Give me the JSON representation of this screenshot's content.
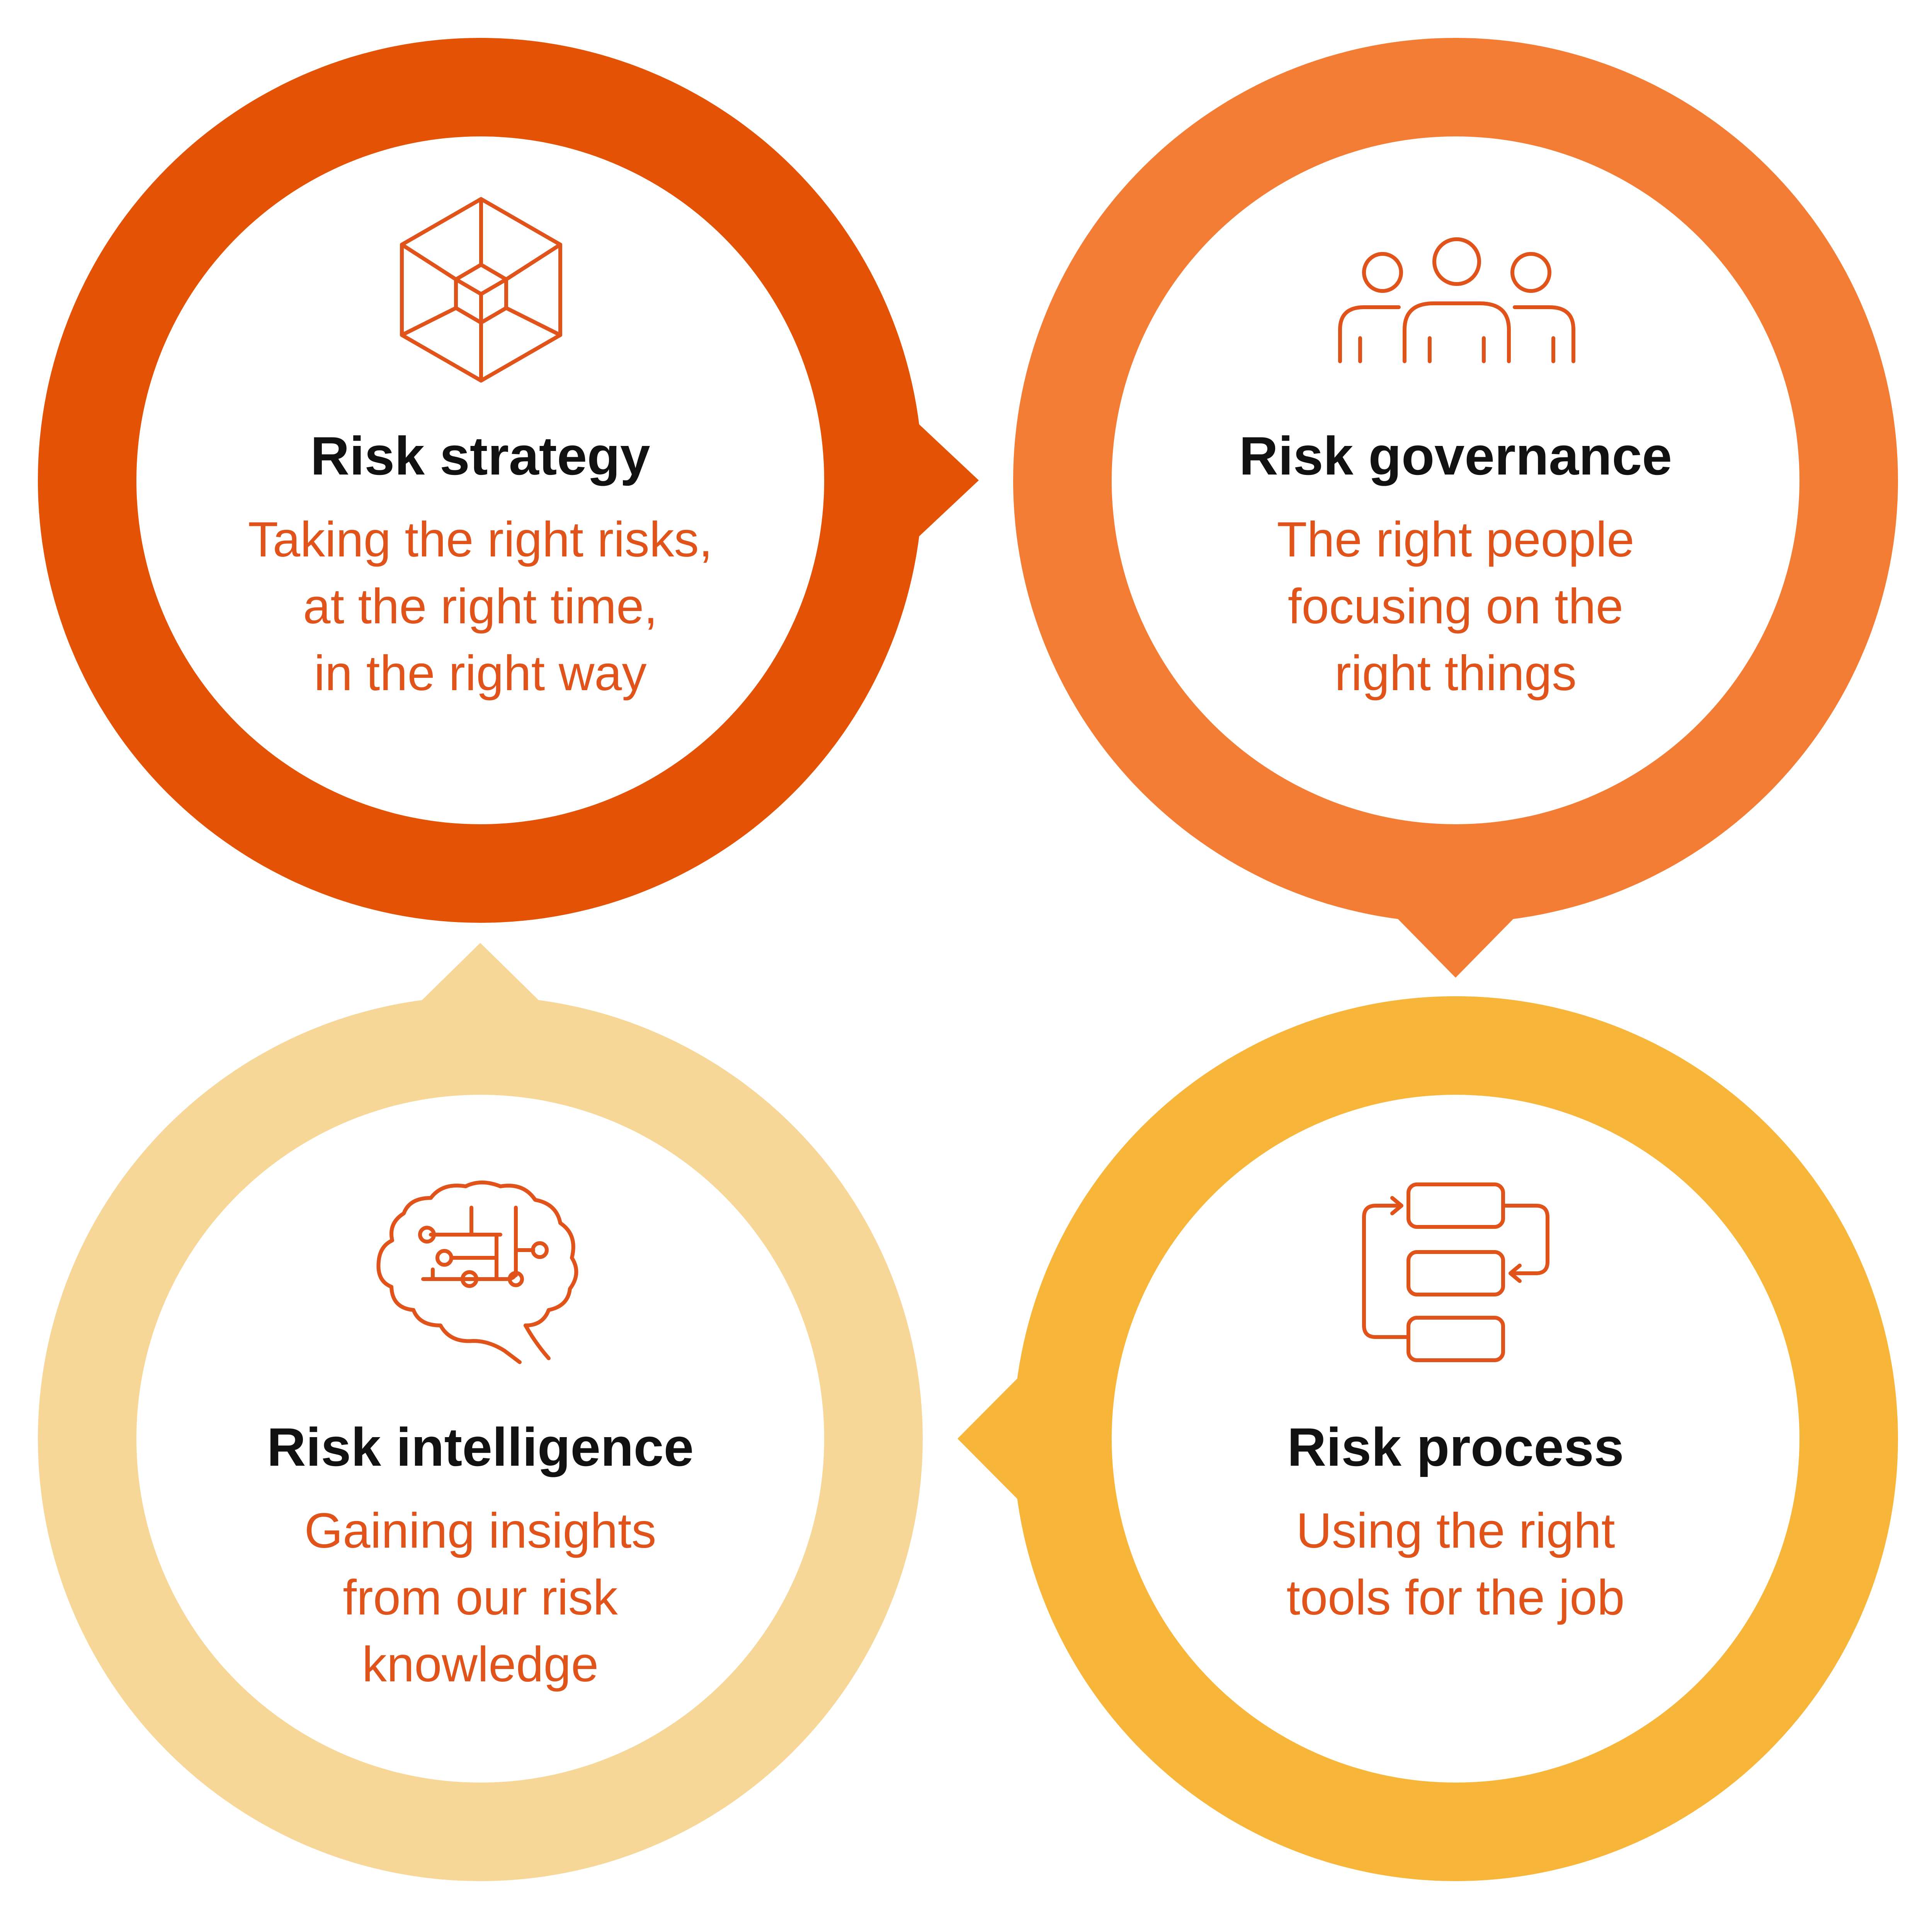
{
  "colors": {
    "strategy": "#e35205",
    "governance": "#f47d35",
    "intelligence": "#f7d798",
    "process": "#f7b53a",
    "icon": "#e0541b",
    "title": "#111111",
    "description": "#e0541b"
  },
  "rings": [
    {
      "id": "strategy",
      "title": "Risk strategy",
      "description": [
        "Taking the right risks,",
        "at the right time,",
        "in the right way"
      ],
      "icon": "hexagon-cube-icon"
    },
    {
      "id": "governance",
      "title": "Risk governance",
      "description": [
        "The right people",
        "focusing on the",
        "right things"
      ],
      "icon": "people-group-icon"
    },
    {
      "id": "intelligence",
      "title": "Risk intelligence",
      "description": [
        "Gaining insights",
        "from our risk",
        "knowledge"
      ],
      "icon": "brain-circuit-icon"
    },
    {
      "id": "process",
      "title": "Risk process",
      "description": [
        "Using the right",
        "tools for the job"
      ],
      "icon": "process-blocks-icon"
    }
  ]
}
